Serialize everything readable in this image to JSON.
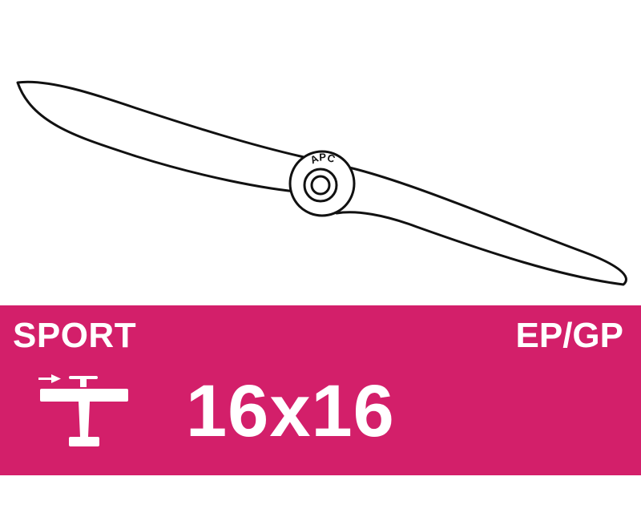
{
  "logo": {
    "hub_text": "APC"
  },
  "banner": {
    "category": "SPORT",
    "fuel_type": "EP/GP",
    "size": "16x16"
  },
  "colors": {
    "banner": "#d31f6a",
    "outline": "#111111",
    "text": "#ffffff"
  },
  "icons": {
    "airplane": "airplane-icon",
    "direction": "direction-arrow-icon"
  }
}
